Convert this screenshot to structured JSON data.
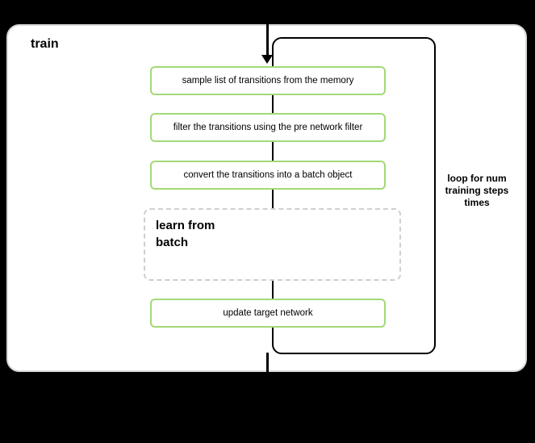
{
  "diagram": {
    "title": "train",
    "steps": [
      {
        "label": "sample list of transitions from the memory"
      },
      {
        "label": "filter the transitions using the pre network filter"
      },
      {
        "label": "convert the transitions into a batch object"
      }
    ],
    "subprocess_label": "learn from\nbatch",
    "final_step_label": "update target network",
    "loop_label": "loop for num\ntraining steps\ntimes",
    "colors": {
      "step_border_green": "#a3d977",
      "loop_border": "#000000",
      "panel_border": "#d8d8d8",
      "dashed_border": "#cfcfcf",
      "background": "#000000",
      "text": "#000000"
    }
  }
}
